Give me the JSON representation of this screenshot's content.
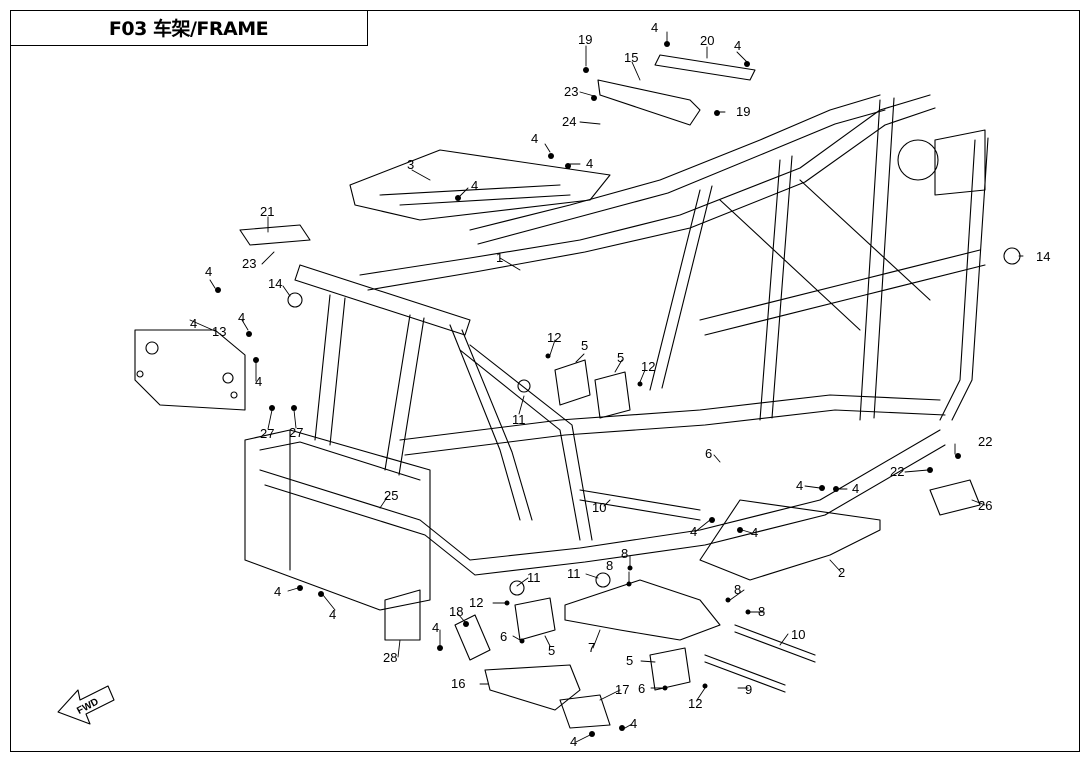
{
  "title": "F03 车架/FRAME",
  "fwd_label": "FWD",
  "callouts": [
    {
      "id": "c4a",
      "label": "4"
    },
    {
      "id": "c20",
      "label": "20"
    },
    {
      "id": "c4b",
      "label": "4"
    },
    {
      "id": "c19a",
      "label": "19"
    },
    {
      "id": "c15",
      "label": "15"
    },
    {
      "id": "c23a",
      "label": "23"
    },
    {
      "id": "c19b",
      "label": "19"
    },
    {
      "id": "c24",
      "label": "24"
    },
    {
      "id": "c4c",
      "label": "4"
    },
    {
      "id": "c4d",
      "label": "4"
    },
    {
      "id": "c3",
      "label": "3"
    },
    {
      "id": "c4e",
      "label": "4"
    },
    {
      "id": "c1",
      "label": "1"
    },
    {
      "id": "c21",
      "label": "21"
    },
    {
      "id": "c23b",
      "label": "23"
    },
    {
      "id": "c4f",
      "label": "4"
    },
    {
      "id": "c14a",
      "label": "14"
    },
    {
      "id": "c4g",
      "label": "4"
    },
    {
      "id": "c4h",
      "label": "4"
    },
    {
      "id": "c13",
      "label": "13"
    },
    {
      "id": "c4i",
      "label": "4"
    },
    {
      "id": "c12a",
      "label": "12"
    },
    {
      "id": "c5a",
      "label": "5"
    },
    {
      "id": "c5b",
      "label": "5"
    },
    {
      "id": "c12b",
      "label": "12"
    },
    {
      "id": "c11a",
      "label": "11"
    },
    {
      "id": "c27a",
      "label": "27"
    },
    {
      "id": "c27b",
      "label": "27"
    },
    {
      "id": "c14b",
      "label": "14"
    },
    {
      "id": "c6a",
      "label": "6"
    },
    {
      "id": "c22a",
      "label": "22"
    },
    {
      "id": "c22b",
      "label": "22"
    },
    {
      "id": "c25",
      "label": "25"
    },
    {
      "id": "c10a",
      "label": "10"
    },
    {
      "id": "c4j",
      "label": "4"
    },
    {
      "id": "c4k",
      "label": "4"
    },
    {
      "id": "c26",
      "label": "26"
    },
    {
      "id": "c4l",
      "label": "4"
    },
    {
      "id": "c4m",
      "label": "4"
    },
    {
      "id": "c8a",
      "label": "8"
    },
    {
      "id": "c8b",
      "label": "8"
    },
    {
      "id": "c2",
      "label": "2"
    },
    {
      "id": "c11b",
      "label": "11"
    },
    {
      "id": "c11c",
      "label": "11"
    },
    {
      "id": "c4n",
      "label": "4"
    },
    {
      "id": "c4o",
      "label": "4"
    },
    {
      "id": "c12c",
      "label": "12"
    },
    {
      "id": "c8c",
      "label": "8"
    },
    {
      "id": "c8d",
      "label": "8"
    },
    {
      "id": "c18",
      "label": "18"
    },
    {
      "id": "c4p",
      "label": "4"
    },
    {
      "id": "c6b",
      "label": "6"
    },
    {
      "id": "c5c",
      "label": "5"
    },
    {
      "id": "c7",
      "label": "7"
    },
    {
      "id": "c10b",
      "label": "10"
    },
    {
      "id": "c28",
      "label": "28"
    },
    {
      "id": "c5d",
      "label": "5"
    },
    {
      "id": "c16",
      "label": "16"
    },
    {
      "id": "c6c",
      "label": "6"
    },
    {
      "id": "c17",
      "label": "17"
    },
    {
      "id": "c9",
      "label": "9"
    },
    {
      "id": "c12d",
      "label": "12"
    },
    {
      "id": "c4q",
      "label": "4"
    },
    {
      "id": "c4r",
      "label": "4"
    }
  ]
}
